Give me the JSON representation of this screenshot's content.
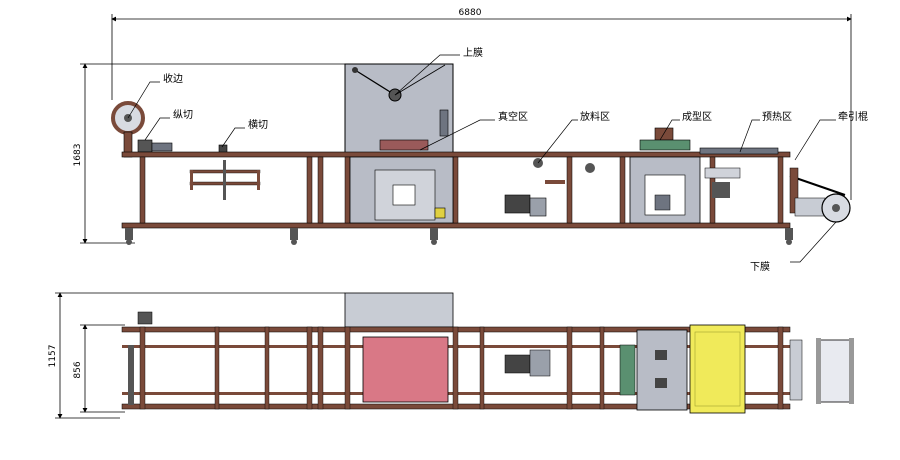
{
  "dimensions": {
    "total_length": "6880",
    "side_height": "1683",
    "top_width_outer": "1157",
    "top_width_inner": "856"
  },
  "labels": {
    "upper_film": "上膜",
    "edge_winding": "收边",
    "longitudinal_cut": "纵切",
    "cross_cut": "横切",
    "vacuum_zone": "真空区",
    "loading_zone": "放料区",
    "forming_zone": "成型区",
    "preheat_zone": "预热区",
    "traction_roller": "牵引棍",
    "lower_film": "下膜"
  },
  "colors": {
    "frame": "#7a4a3a",
    "frame_dark": "#4a2a20",
    "panel": "#b8bcc6",
    "panel_dark": "#6e7480",
    "vacuum_box": "#d97886",
    "heater": "#f0ea5a",
    "film": "#e8eaf0",
    "line": "#000000"
  }
}
